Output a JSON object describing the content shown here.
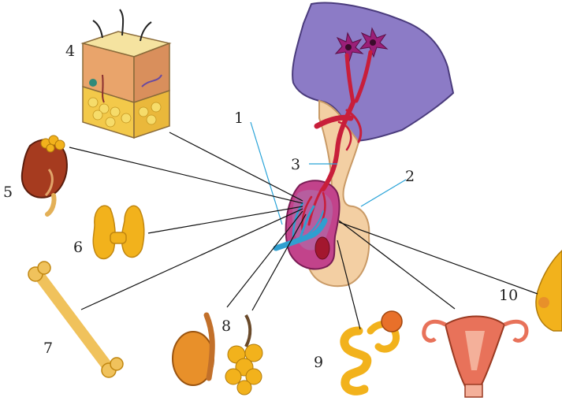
{
  "labels": {
    "n1": "1",
    "n2": "2",
    "n3": "3",
    "n4": "4",
    "n5": "5",
    "n6": "6",
    "n7": "7",
    "n8": "8",
    "n9": "9",
    "n10": "10"
  },
  "colors": {
    "hypothalamus": "#8e7bc4",
    "pituitary_posterior": "#f3cfa3",
    "pituitary_anterior": "#b0407c",
    "vessel_red": "#c81e3a",
    "vessel_blue": "#2f9fd0",
    "leader_line_blue": "#29a3d8",
    "leader_line_black": "#111111",
    "organ_yellow": "#f2b21c",
    "organ_orange": "#e8902a"
  }
}
